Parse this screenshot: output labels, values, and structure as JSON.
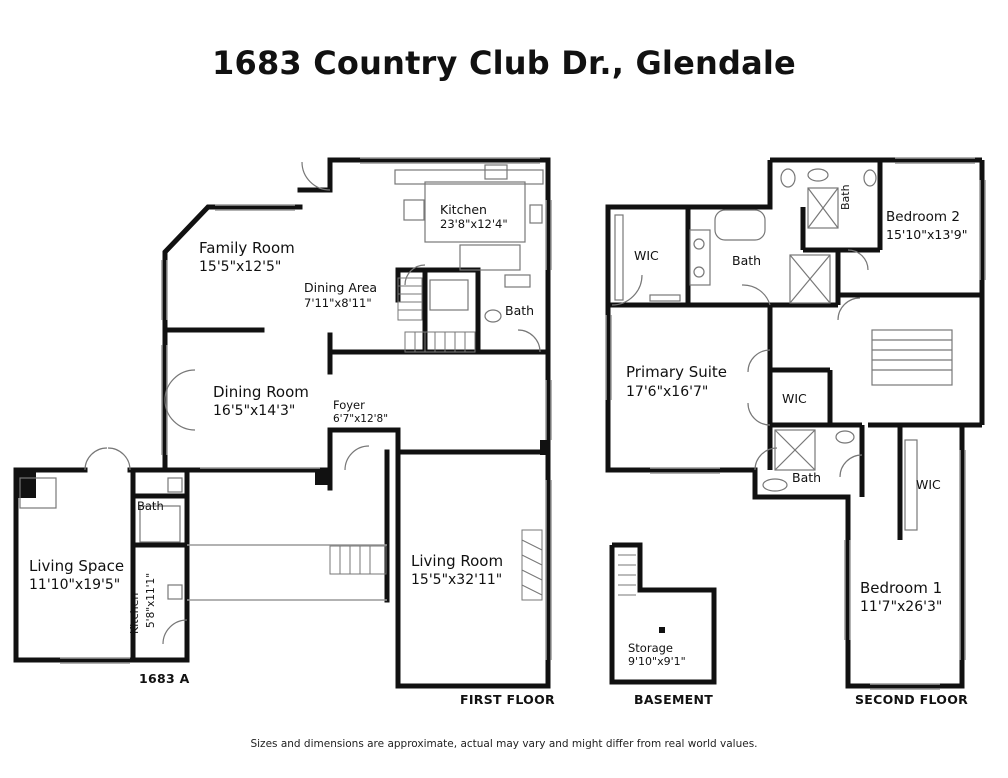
{
  "title": "1683 Country Club Dr., Glendale",
  "footer_note": "Sizes and dimensions are approximate, actual may vary and might differ from real world values.",
  "floor_labels": {
    "first": "FIRST FLOOR",
    "basement": "BASEMENT",
    "second": "SECOND FLOOR",
    "unit_a": "1683 A"
  },
  "rooms": {
    "kitchen": {
      "name": "Kitchen",
      "dims": "23'8\"x12'4\""
    },
    "family_room": {
      "name": "Family Room",
      "dims": "15'5\"x12'5\""
    },
    "dining_area": {
      "name": "Dining Area",
      "dims": "7'11\"x8'11\""
    },
    "bath_first": {
      "name": "Bath"
    },
    "dining_room": {
      "name": "Dining Room",
      "dims": "16'5\"x14'3\""
    },
    "foyer": {
      "name": "Foyer",
      "dims": "6'7\"x12'8\""
    },
    "living_room": {
      "name": "Living Room",
      "dims": "15'5\"x32'11\""
    },
    "living_space": {
      "name": "Living Space",
      "dims": "11'10\"x19'5\""
    },
    "bath_a": {
      "name": "Bath"
    },
    "kitchen_a": {
      "name": "Kitchen",
      "dims": "5'8\"x11'1\""
    },
    "storage": {
      "name": "Storage",
      "dims": "9'10\"x9'1\""
    },
    "wic_primary": {
      "name": "WIC"
    },
    "bath_primary": {
      "name": "Bath"
    },
    "primary_suite": {
      "name": "Primary Suite",
      "dims": "17'6\"x16'7\""
    },
    "wic_mid": {
      "name": "WIC"
    },
    "bath_second": {
      "name": "Bath"
    },
    "bath_small": {
      "name": "Bath"
    },
    "bedroom2": {
      "name": "Bedroom 2",
      "dims": "15'10\"x13'9\""
    },
    "wic_bed1": {
      "name": "WIC"
    },
    "bedroom1": {
      "name": "Bedroom 1",
      "dims": "11'7\"x26'3\""
    }
  },
  "colors": {
    "wall": "#111111",
    "fixture": "#777777",
    "window": "#999999"
  }
}
